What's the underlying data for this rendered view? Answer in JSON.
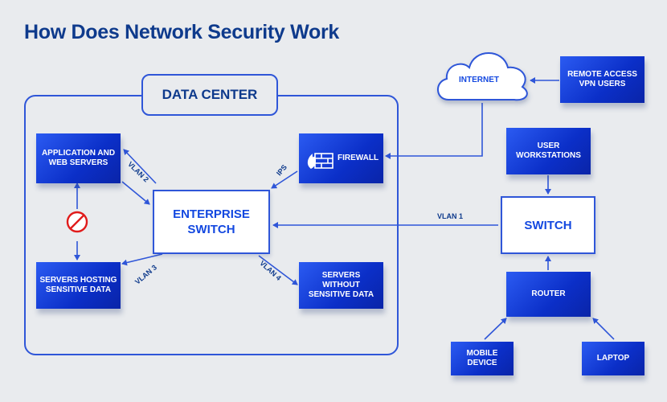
{
  "title": "How Does Network Security Work",
  "data_center": "DATA CENTER",
  "nodes": {
    "internet": "INTERNET",
    "remote_access": "REMOTE ACCESS VPN USERS",
    "app_servers": "APPLICATION AND WEB SERVERS",
    "firewall": "FIREWALL",
    "enterprise_switch": "ENTERPRISE SWITCH",
    "user_workstations": "USER WORKSTATIONS",
    "switch": "SWITCH",
    "servers_sensitive": "SERVERS HOSTING SENSITIVE DATA",
    "servers_non_sensitive": "SERVERS WITHOUT SENSITIVE DATA",
    "router": "ROUTER",
    "mobile": "MOBILE DEVICE",
    "laptop": "LAPTOP"
  },
  "links": {
    "vlan1": "VLAN 1",
    "vlan2": "VLAN 2",
    "vlan3": "VLAN 3",
    "vlan4": "VLAN 4",
    "ips": "IPS"
  },
  "colors": {
    "accent": "#1348e0",
    "title": "#0e3a8c",
    "blocked": "#e01b1b"
  },
  "icons": [
    "cloud-icon",
    "firewall-icon",
    "no-entry-icon"
  ]
}
